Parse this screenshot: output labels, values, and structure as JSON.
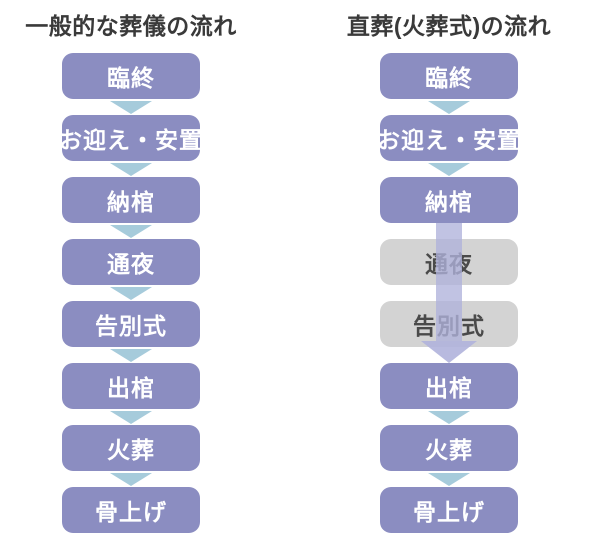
{
  "colors": {
    "node_purple": "#8b8dc1",
    "node_gray": "#d3d3d3",
    "node_text_white": "#ffffff",
    "node_text_gray": "#4a4a4a",
    "arrow_teal": "#a6cbdb",
    "skip_arrow_purple": "rgba(176,178,219,0.8)",
    "title_text": "#3a3a3a",
    "background": "#ffffff"
  },
  "columns": {
    "left": {
      "title": "一般的な葬儀の流れ",
      "steps": [
        {
          "label": "臨終",
          "skipped": false
        },
        {
          "label": "お迎え・安置",
          "skipped": false
        },
        {
          "label": "納棺",
          "skipped": false
        },
        {
          "label": "通夜",
          "skipped": false
        },
        {
          "label": "告別式",
          "skipped": false
        },
        {
          "label": "出棺",
          "skipped": false
        },
        {
          "label": "火葬",
          "skipped": false
        },
        {
          "label": "骨上げ",
          "skipped": false
        }
      ]
    },
    "right": {
      "title": "直葬(火葬式)の流れ",
      "steps": [
        {
          "label": "臨終",
          "skipped": false
        },
        {
          "label": "お迎え・安置",
          "skipped": false
        },
        {
          "label": "納棺",
          "skipped": false
        },
        {
          "label": "通夜",
          "skipped": true
        },
        {
          "label": "告別式",
          "skipped": true
        },
        {
          "label": "出棺",
          "skipped": false
        },
        {
          "label": "火葬",
          "skipped": false
        },
        {
          "label": "骨上げ",
          "skipped": false
        }
      ]
    }
  }
}
